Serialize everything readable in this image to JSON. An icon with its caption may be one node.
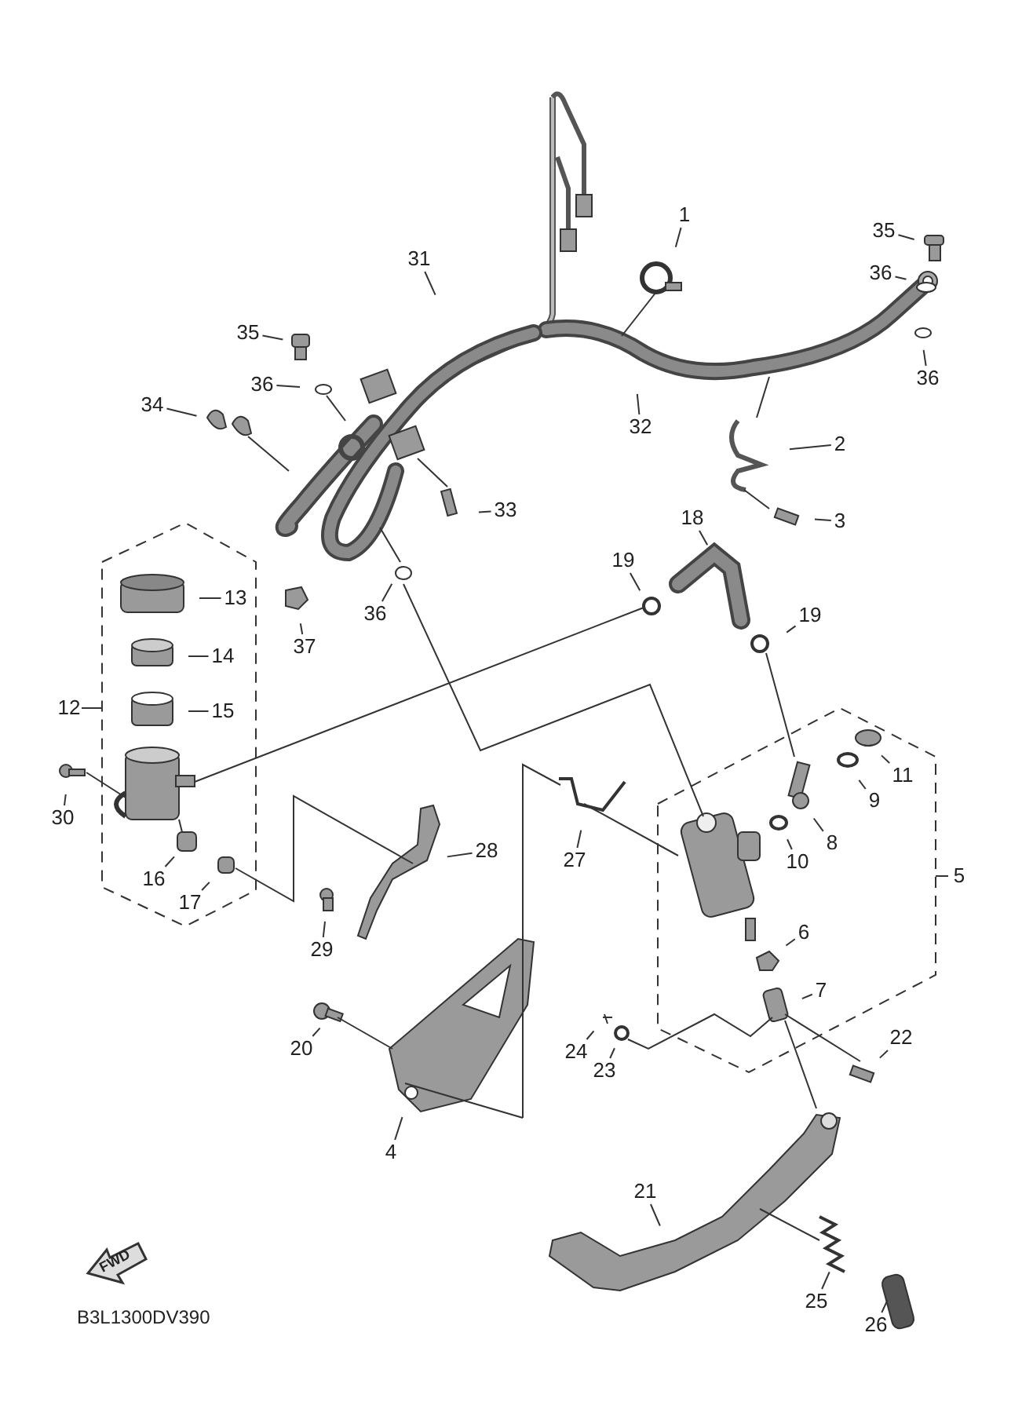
{
  "diagram": {
    "nodes": [
      {
        "text": [
          "1"
        ]
      },
      {
        "text": [
          "35"
        ]
      },
      {
        "text": [
          "31"
        ]
      },
      {
        "text": [
          "36"
        ]
      },
      {
        "text": [
          "35"
        ]
      },
      {
        "text": [
          "36"
        ]
      },
      {
        "text": [
          "36"
        ]
      },
      {
        "text": [
          "34"
        ]
      },
      {
        "text": [
          "32"
        ]
      },
      {
        "text": [
          "2"
        ]
      },
      {
        "text": [
          "33"
        ]
      },
      {
        "text": [
          "18"
        ]
      },
      {
        "text": [
          "3"
        ]
      },
      {
        "text": [
          "19"
        ]
      },
      {
        "text": [
          "12"
        ]
      },
      {
        "text": [
          "13"
        ],
        "in": 14
      },
      {
        "text": [
          "36"
        ]
      },
      {
        "text": [
          "19"
        ]
      },
      {
        "text": [
          "37"
        ]
      },
      {
        "text": [
          "14"
        ],
        "in": 14
      },
      {
        "text": [
          "15"
        ],
        "in": 14
      },
      {
        "text": [
          "30"
        ]
      },
      {
        "text": [
          "5"
        ]
      },
      {
        "text": [
          "11"
        ],
        "in": 22
      },
      {
        "text": [
          "9"
        ],
        "in": 22
      },
      {
        "text": [
          "8"
        ],
        "in": 22
      },
      {
        "text": [
          "28"
        ]
      },
      {
        "text": [
          "27"
        ]
      },
      {
        "text": [
          "10"
        ],
        "in": 22
      },
      {
        "text": [
          "16"
        ],
        "in": 14
      },
      {
        "text": [
          "17"
        ],
        "in": 14
      },
      {
        "text": [
          "6"
        ],
        "in": 22
      },
      {
        "text": [
          "29"
        ]
      },
      {
        "text": [
          "7"
        ],
        "in": 22
      },
      {
        "text": [
          "22"
        ]
      },
      {
        "text": [
          "20"
        ]
      },
      {
        "text": [
          "24"
        ]
      },
      {
        "text": [
          "23"
        ]
      },
      {
        "text": [
          "4"
        ]
      },
      {
        "text": [
          "21"
        ]
      },
      {
        "text": [
          "25"
        ]
      },
      {
        "text": [
          "26"
        ]
      }
    ],
    "edges": [
      {
        "from": 0,
        "to": null,
        "arrow": "none"
      },
      {
        "from": 1,
        "to": null,
        "arrow": "none"
      },
      {
        "from": 2,
        "to": null,
        "arrow": "none"
      },
      {
        "from": 3,
        "to": null,
        "arrow": "none"
      },
      {
        "from": 4,
        "to": null,
        "arrow": "none"
      },
      {
        "from": 5,
        "to": null,
        "arrow": "none"
      },
      {
        "from": 6,
        "to": null,
        "arrow": "none"
      },
      {
        "from": 7,
        "to": null,
        "arrow": "none"
      },
      {
        "from": 8,
        "to": null,
        "arrow": "none"
      },
      {
        "from": 9,
        "to": null,
        "arrow": "none"
      },
      {
        "from": 10,
        "to": null,
        "arrow": "none"
      },
      {
        "from": 11,
        "to": null,
        "arrow": "none"
      },
      {
        "from": 12,
        "to": null,
        "arrow": "none"
      },
      {
        "from": 13,
        "to": null,
        "arrow": "none"
      },
      {
        "from": 15,
        "to": null,
        "arrow": "none"
      },
      {
        "from": 16,
        "to": null,
        "arrow": "none"
      },
      {
        "from": 17,
        "to": null,
        "arrow": "none"
      },
      {
        "from": 18,
        "to": null,
        "arrow": "none"
      },
      {
        "from": 19,
        "to": null,
        "arrow": "none"
      },
      {
        "from": 20,
        "to": null,
        "arrow": "none"
      },
      {
        "from": 21,
        "to": null,
        "arrow": "none"
      },
      {
        "from": 23,
        "to": null,
        "arrow": "none"
      },
      {
        "from": 24,
        "to": null,
        "arrow": "none"
      },
      {
        "from": 25,
        "to": null,
        "arrow": "none"
      },
      {
        "from": 26,
        "to": null,
        "arrow": "none"
      },
      {
        "from": 27,
        "to": null,
        "arrow": "none"
      },
      {
        "from": 28,
        "to": null,
        "arrow": "none"
      },
      {
        "from": 29,
        "to": null,
        "arrow": "none"
      },
      {
        "from": 30,
        "to": null,
        "arrow": "none"
      },
      {
        "from": 31,
        "to": null,
        "arrow": "none"
      },
      {
        "from": 32,
        "to": null,
        "arrow": "none"
      },
      {
        "from": 33,
        "to": null,
        "arrow": "none"
      },
      {
        "from": 34,
        "to": null,
        "arrow": "none"
      },
      {
        "from": 35,
        "to": null,
        "arrow": "none"
      },
      {
        "from": 36,
        "to": null,
        "arrow": "none"
      },
      {
        "from": 37,
        "to": null,
        "arrow": "none"
      },
      {
        "from": 38,
        "to": null,
        "arrow": "none"
      },
      {
        "from": 39,
        "to": null,
        "arrow": "none"
      },
      {
        "from": 40,
        "to": null,
        "arrow": "none"
      },
      {
        "from": 41,
        "to": null,
        "arrow": "none"
      }
    ],
    "labels": [
      "FWD",
      "B3L1300DV390"
    ]
  }
}
